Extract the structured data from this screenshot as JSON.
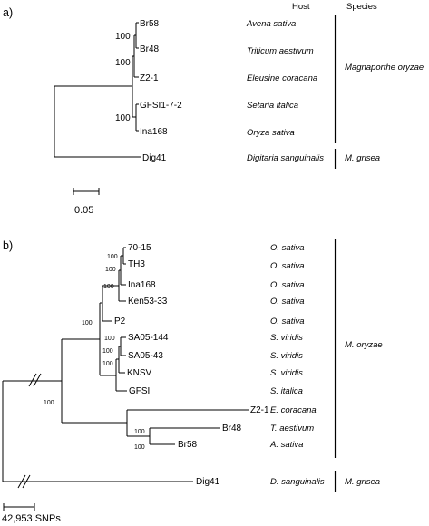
{
  "panel_a": {
    "label": "a)",
    "headers": {
      "host": "Host",
      "species": "Species"
    },
    "taxa": [
      {
        "name": "Br58",
        "host": "Avena sativa"
      },
      {
        "name": "Br48",
        "host": "Triticum aestivum"
      },
      {
        "name": "Z2-1",
        "host": "Eleusine coracana"
      },
      {
        "name": "GFSI1-7-2",
        "host": "Setaria italica"
      },
      {
        "name": "Ina168",
        "host": "Oryza sativa"
      },
      {
        "name": "Dig41",
        "host": "Digitaria sanguinalis"
      }
    ],
    "bootstrap": [
      "100",
      "100",
      "100"
    ],
    "species_groups": [
      "Magnaporthe oryzae",
      "M. grisea"
    ],
    "scale_label": "0.05"
  },
  "panel_b": {
    "label": "b)",
    "taxa": [
      {
        "name": "70-15",
        "host": "O. sativa"
      },
      {
        "name": "TH3",
        "host": "O. sativa"
      },
      {
        "name": "Ina168",
        "host": "O. sativa"
      },
      {
        "name": "Ken53-33",
        "host": "O. sativa"
      },
      {
        "name": "P2",
        "host": "O. sativa"
      },
      {
        "name": "SA05-144",
        "host": "S. viridis"
      },
      {
        "name": "SA05-43",
        "host": "S. viridis"
      },
      {
        "name": "KNSV",
        "host": "S. viridis"
      },
      {
        "name": "GFSI",
        "host": "S. italica"
      },
      {
        "name": "Z2-1",
        "host": "E. coracana"
      },
      {
        "name": "Br48",
        "host": "T. aestivum"
      },
      {
        "name": "Br58",
        "host": "A. sativa"
      },
      {
        "name": "Dig41",
        "host": "D. sanguinalis"
      }
    ],
    "bootstrap": [
      "100",
      "100",
      "100",
      "100",
      "100",
      "100",
      "100",
      "100",
      "100",
      "100"
    ],
    "species_groups": [
      "M. oryzae",
      "M. grisea"
    ],
    "scale_label": "42,953 SNPs"
  }
}
